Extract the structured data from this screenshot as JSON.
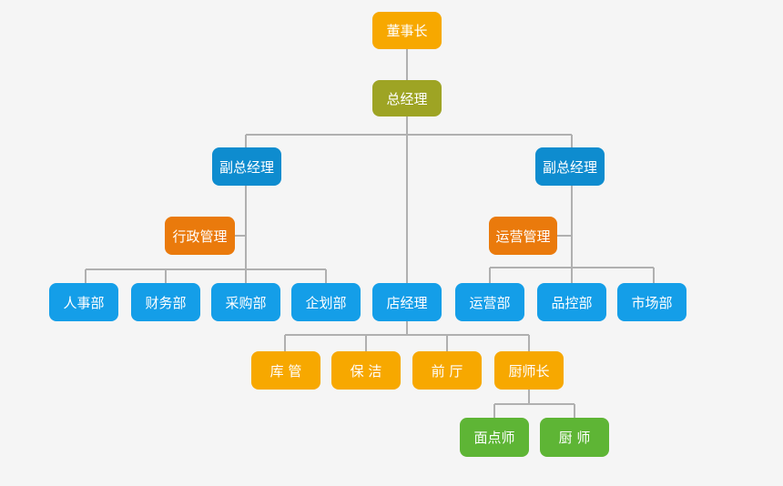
{
  "org_chart": {
    "nodes": {
      "chairman": "董事长",
      "general_manager": "总经理",
      "deputy_gm_left": "副总经理",
      "deputy_gm_right": "副总经理",
      "admin_management": "行政管理",
      "operations_management": "运营管理",
      "hr_dept": "人事部",
      "finance_dept": "财务部",
      "procurement_dept": "采购部",
      "planning_dept": "企划部",
      "store_manager": "店经理",
      "operations_dept": "运营部",
      "quality_control_dept": "品控部",
      "marketing_dept": "市场部",
      "warehouse": "库 管",
      "cleaning": "保 洁",
      "front_hall": "前 厅",
      "head_chef": "厨师长",
      "pastry_chef": "面点师",
      "chef": "厨 师"
    },
    "colors": {
      "chairman": "#f7a800",
      "general_manager": "#9ea424",
      "deputy": "#0e8ccf",
      "management": "#ea7a0c",
      "department": "#149ee8",
      "store_staff": "#f7a800",
      "kitchen_staff": "#5eb535",
      "connector": "#b0b0b0"
    }
  }
}
